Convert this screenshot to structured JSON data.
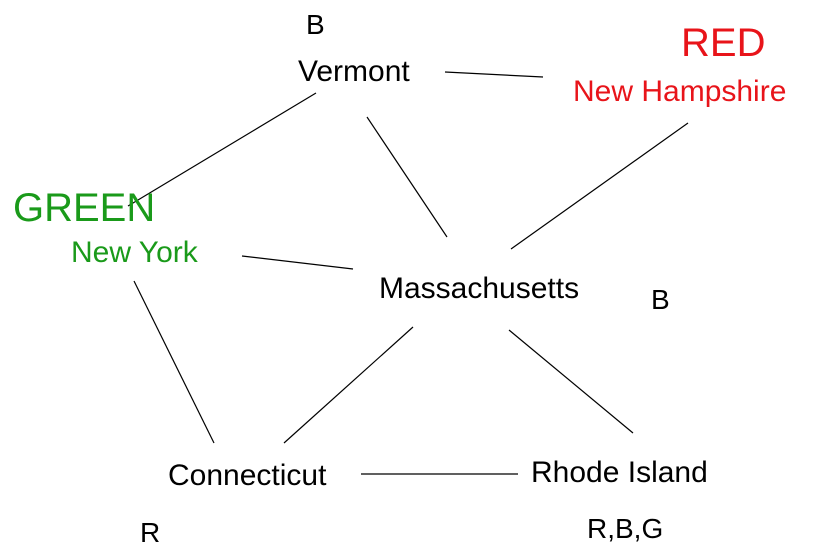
{
  "nodes": {
    "vermont": {
      "label": "Vermont",
      "annotation": "B"
    },
    "new_hampshire": {
      "label": "New Hampshire",
      "annotation": "RED",
      "color": "#e8141a"
    },
    "new_york": {
      "label": "New York",
      "annotation": "GREEN",
      "color": "#1a9a1a"
    },
    "massachusetts": {
      "label": "Massachusetts",
      "annotation": "B"
    },
    "connecticut": {
      "label": "Connecticut",
      "annotation": "R"
    },
    "rhode_island": {
      "label": "Rhode Island",
      "annotation": "R,B,G"
    }
  },
  "edges": [
    {
      "from": "vermont",
      "to": "new_hampshire"
    },
    {
      "from": "vermont",
      "to": "new_york"
    },
    {
      "from": "vermont",
      "to": "massachusetts"
    },
    {
      "from": "new_hampshire",
      "to": "massachusetts"
    },
    {
      "from": "new_york",
      "to": "massachusetts"
    },
    {
      "from": "new_york",
      "to": "connecticut"
    },
    {
      "from": "massachusetts",
      "to": "connecticut"
    },
    {
      "from": "massachusetts",
      "to": "rhode_island"
    },
    {
      "from": "connecticut",
      "to": "rhode_island"
    }
  ],
  "colors": {
    "line": "#000000",
    "text": "#000000"
  }
}
